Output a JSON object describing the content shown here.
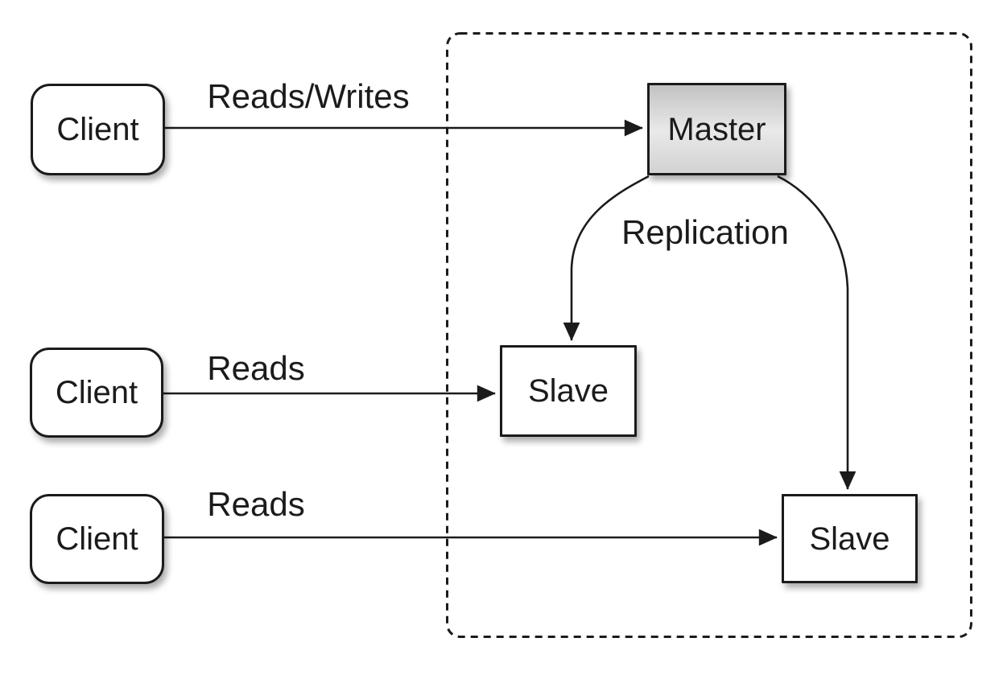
{
  "diagram": {
    "nodes": {
      "client1": {
        "label": "Client"
      },
      "client2": {
        "label": "Client"
      },
      "client3": {
        "label": "Client"
      },
      "master": {
        "label": "Master"
      },
      "slave1": {
        "label": "Slave"
      },
      "slave2": {
        "label": "Slave"
      }
    },
    "edges": {
      "client1_to_master": {
        "label": "Reads/Writes"
      },
      "client2_to_slave1": {
        "label": "Reads"
      },
      "client3_to_slave2": {
        "label": "Reads"
      },
      "master_replication": {
        "label": "Replication"
      }
    },
    "colors": {
      "ink": "#1b1b1b",
      "node_fill": "#ffffff",
      "master_gradient_top": "#c2c2c2",
      "master_gradient_mid": "#e9e9e9",
      "master_gradient_bottom": "#d2d2d2",
      "background": "#ffffff"
    }
  }
}
